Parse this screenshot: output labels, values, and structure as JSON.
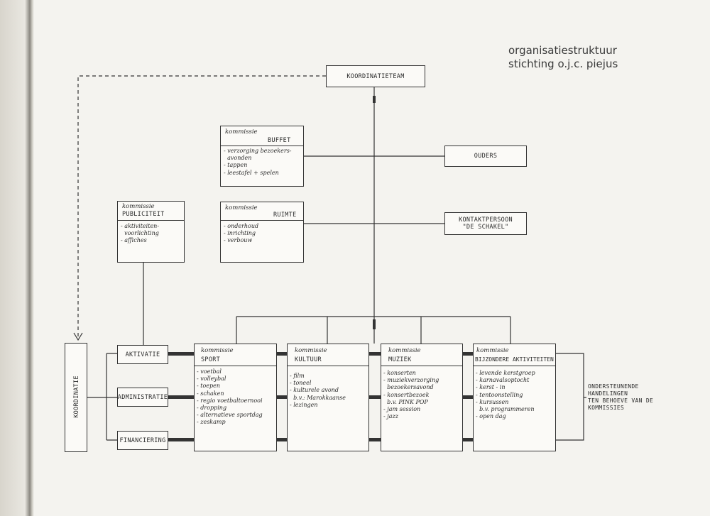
{
  "title": {
    "line1": "organisatiestruktuur",
    "line2": "stichting o.j.c. piejus"
  },
  "kommissie_label": "kommissie",
  "koordinatieteam": "KOORDINATIETEAM",
  "ouders": "OUDERS",
  "kontaktpersoon": {
    "line1": "KONTAKTPERSOON",
    "line2": "\"DE SCHAKEL\""
  },
  "buffet": {
    "name": "BUFFET",
    "items": [
      "- verzorging bezoekers-",
      "  avonden",
      "- tappen",
      "- leestafel + spelen"
    ]
  },
  "ruimte": {
    "name": "RUIMTE",
    "items": [
      "- onderhoud",
      "- inrichting",
      "- verbouw"
    ]
  },
  "publiciteit": {
    "name": "PUBLICITEIT",
    "items": [
      "- aktiviteiten-",
      "  voorlichting",
      "- affiches"
    ]
  },
  "koordinatie": "KOORDINATIE",
  "aktivatie": "AKTIVATIE",
  "administratie": "ADMINISTRATIE",
  "financiering": "FINANCIERING",
  "sport": {
    "name": "SPORT",
    "items": [
      "- voetbal",
      "- volleybal",
      "- toepen",
      "- schaken",
      "- regio voetbaltoernooi",
      "- dropping",
      "- alternatieve sportdag",
      "- zeskamp"
    ]
  },
  "kultuur": {
    "name": "KULTUUR",
    "items": [
      "- film",
      "- toneel",
      "- kulturele avond",
      "  b.v.: Marokkaanse",
      "- lezingen"
    ]
  },
  "muziek": {
    "name": "MUZIEK",
    "items": [
      "- konserten",
      "- muziekverzorging",
      "  bezoekersavond",
      "- konsertbezoek",
      "  b.v. PINK POP",
      "- jam session",
      "- jazz"
    ]
  },
  "bijzondere": {
    "name": "BIJZONDERE AKTIVITEITEN",
    "items": [
      "- levende kerstgroep",
      "- karnavalsoptocht",
      "- kerst - in",
      "- tentoonstelling",
      "- kursussen",
      "  b.v. programmeren",
      "- open dag"
    ]
  },
  "ondersteunende": [
    "ONDERSTEUNENDE",
    "HANDELINGEN",
    "TEN BEHOEVE VAN DE",
    "KOMMISSIES"
  ]
}
